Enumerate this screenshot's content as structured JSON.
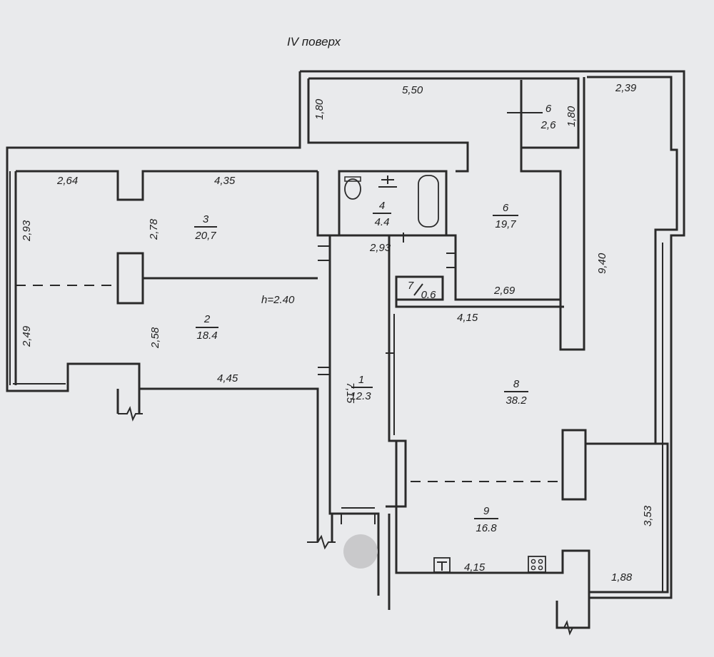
{
  "title": "ІV поверх",
  "height_note": "h=2.40",
  "rooms": [
    {
      "no": "1",
      "area": "12.3"
    },
    {
      "no": "2",
      "area": "18.4"
    },
    {
      "no": "3",
      "area": "20,7"
    },
    {
      "no": "4",
      "area": "4.4"
    },
    {
      "no": "6",
      "area": "2,6"
    },
    {
      "no": "6",
      "area": "19,7"
    },
    {
      "no": "7",
      "area": "0.6"
    },
    {
      "no": "8",
      "area": "38.2"
    },
    {
      "no": "9",
      "area": "16.8"
    }
  ],
  "dimensions": [
    "5,50",
    "1,80",
    "1,80",
    "2,39",
    "2,64",
    "4,35",
    "2,93",
    "2,78",
    "2,93",
    "9,40",
    "2,69",
    "4,15",
    "2,49",
    "2,58",
    "4,45",
    "7,15",
    "3,53",
    "4,15",
    "1,88"
  ]
}
